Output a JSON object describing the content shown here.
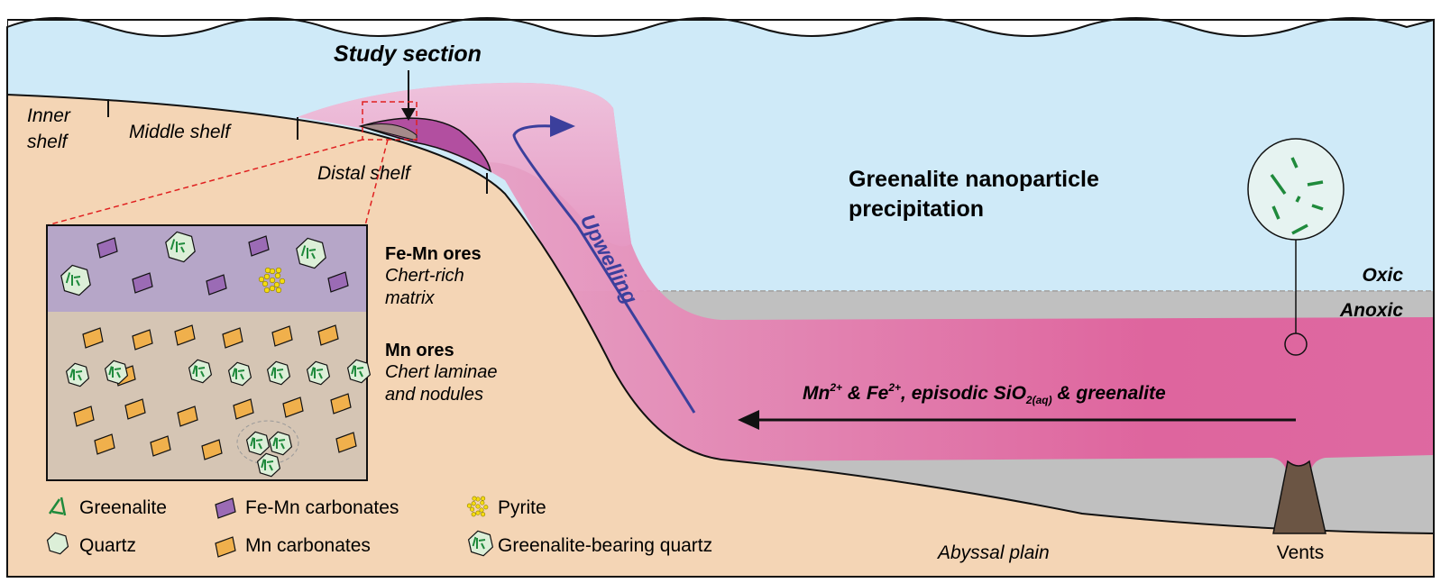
{
  "title": "Study section",
  "shelf_labels": {
    "inner_1": "Inner",
    "inner_2": "shelf",
    "middle": "Middle shelf",
    "distal": "Distal shelf"
  },
  "upwelling": "Upwelling",
  "precipitation": {
    "line1": "Greenalite nanoparticle",
    "line2": "precipitation"
  },
  "zones": {
    "oxic": "Oxic",
    "anoxic": "Anoxic"
  },
  "flux": {
    "mn": "Mn",
    "mn_sup": "2+",
    "amp1": " & Fe",
    "fe_sup": "2+",
    "mid": ", episodic SiO",
    "sub": "2(aq)",
    "end": " & greenalite"
  },
  "bottom_labels": {
    "abyssal": "Abyssal plain",
    "vents": "Vents"
  },
  "inset": {
    "upper_title": "Fe-Mn ores",
    "upper_desc_1": "Chert-rich",
    "upper_desc_2": "matrix",
    "lower_title": "Mn ores",
    "lower_desc_1": "Chert laminae",
    "lower_desc_2": "and nodules"
  },
  "legend": [
    {
      "icon": "greenalite-icon",
      "label": "Greenalite"
    },
    {
      "icon": "fe-mn-carbonate-icon",
      "label": "Fe-Mn carbonates"
    },
    {
      "icon": "pyrite-icon",
      "label": "Pyrite"
    },
    {
      "icon": "quartz-icon",
      "label": "Quartz"
    },
    {
      "icon": "mn-carbonate-icon",
      "label": "Mn carbonates"
    },
    {
      "icon": "greenalite-bearing-quartz-icon",
      "label": "Greenalite-bearing quartz"
    }
  ],
  "colors": {
    "water": "#cfeaf8",
    "land": "#f4d5b5",
    "anoxic": "#c0c0c0",
    "plume": "#e066a0",
    "fe_mn_carb": "#9b6bb5",
    "mn_carb": "#f0b04c",
    "quartz": "#dcefd8",
    "greenalite": "#1f8a3c",
    "pyrite": "#f5dc10",
    "vent": "#6b5544",
    "upwelling_arrow": "#3b3f9c"
  }
}
